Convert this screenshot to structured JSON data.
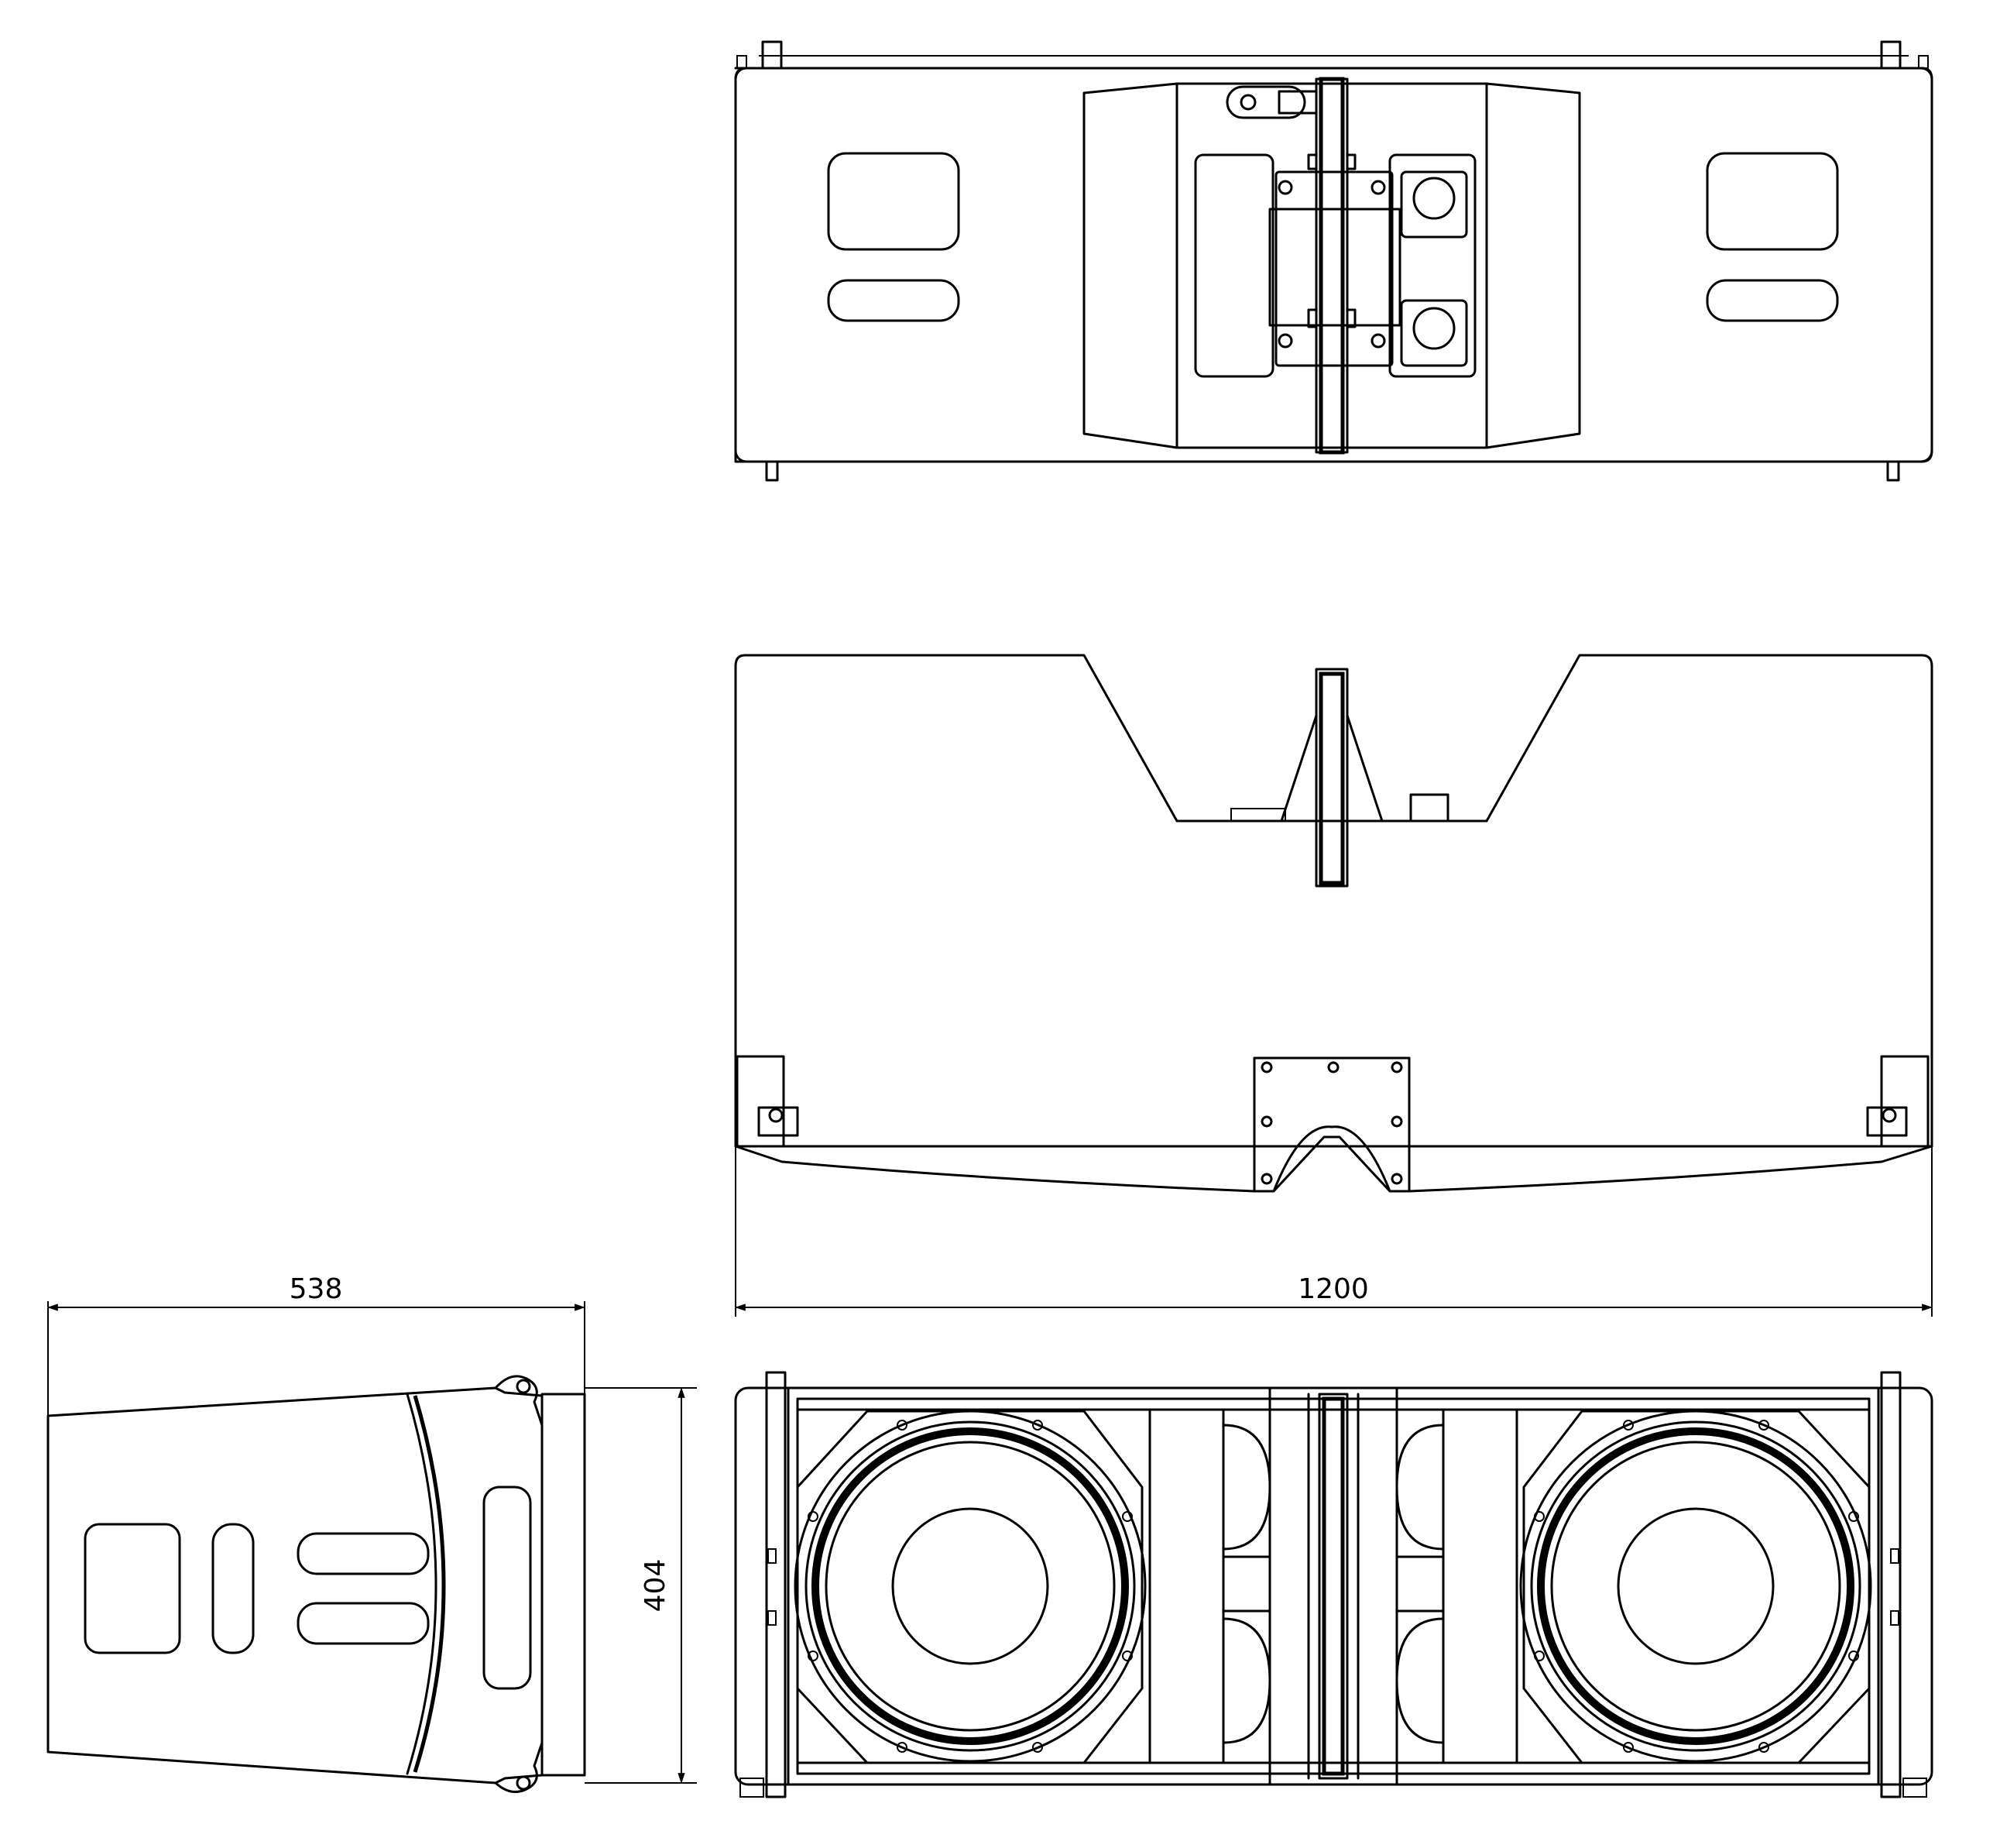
{
  "dimensions": {
    "width": "1200",
    "depth": "538",
    "height": "404"
  },
  "colors": {
    "stroke": "#000000",
    "background": "#ffffff"
  },
  "views": {
    "top_view": "top-view",
    "front_view": "front-view",
    "side_view": "side-view",
    "rear_view": "rear-view"
  }
}
